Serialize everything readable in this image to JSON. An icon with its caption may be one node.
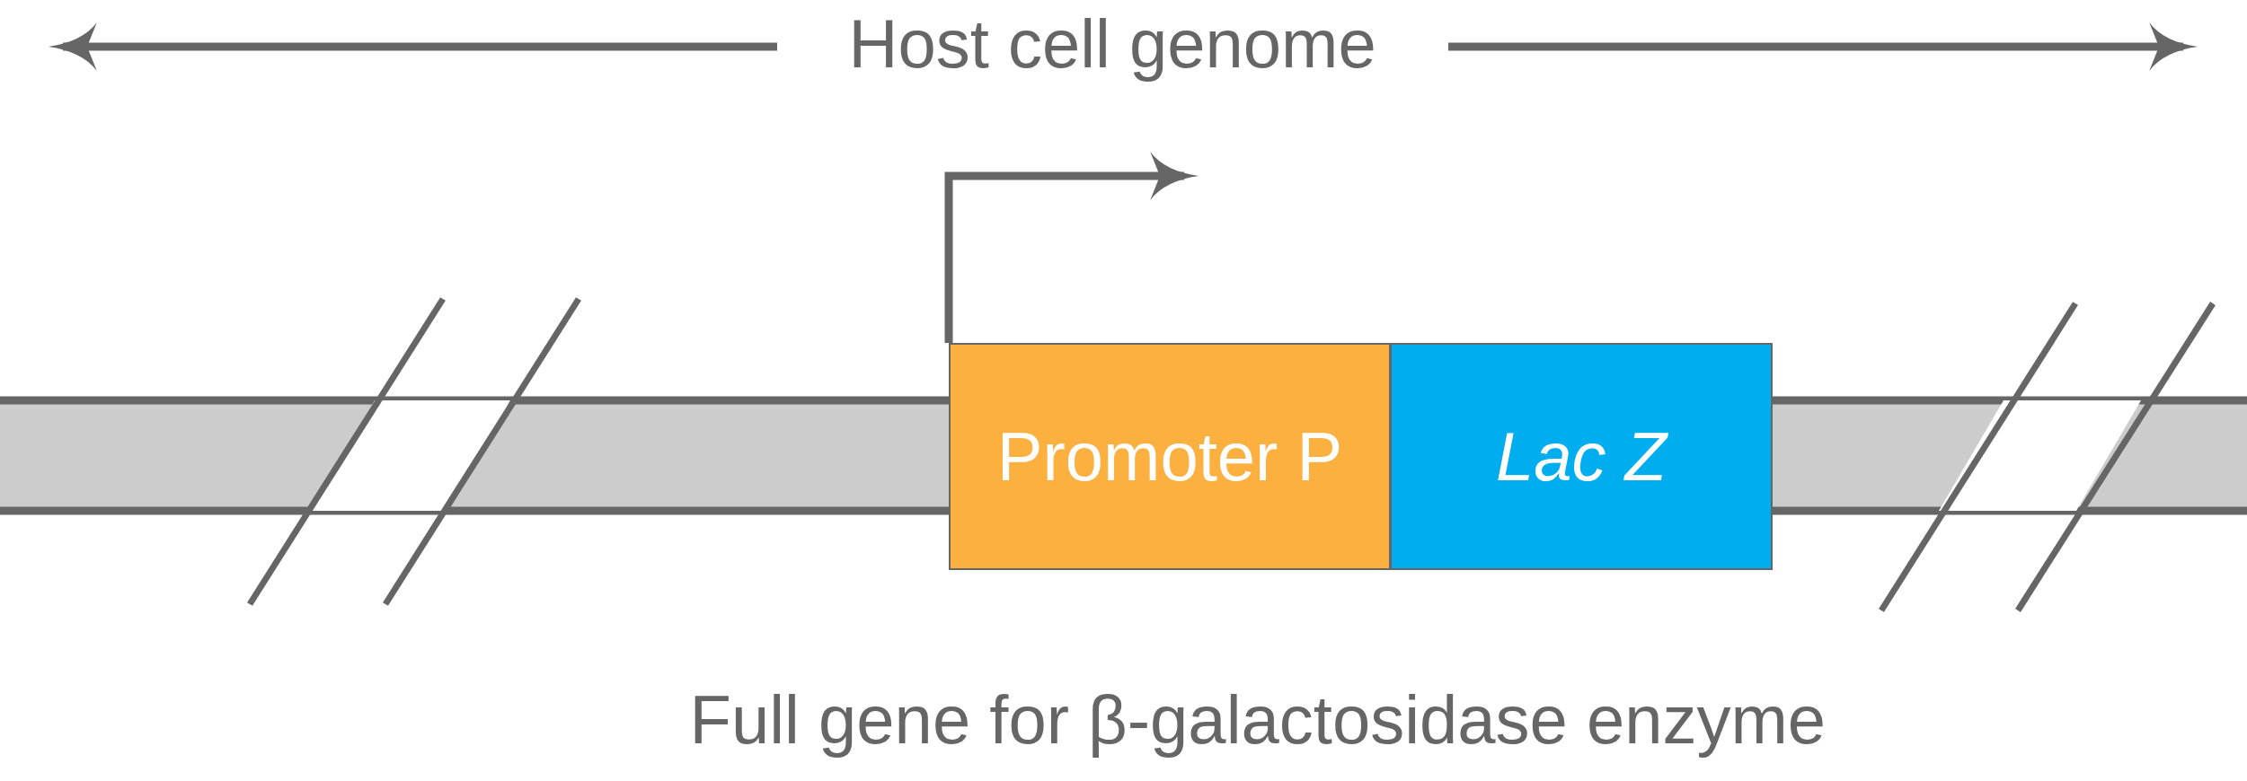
{
  "diagram": {
    "caption": "Full gene for β-galactosidase enzyme",
    "nodes": [
      {
        "text": [
          "Promoter P"
        ]
      },
      {
        "text": [
          "Lac Z"
        ]
      }
    ],
    "edges": [],
    "labels": [
      "Host cell genome"
    ]
  }
}
